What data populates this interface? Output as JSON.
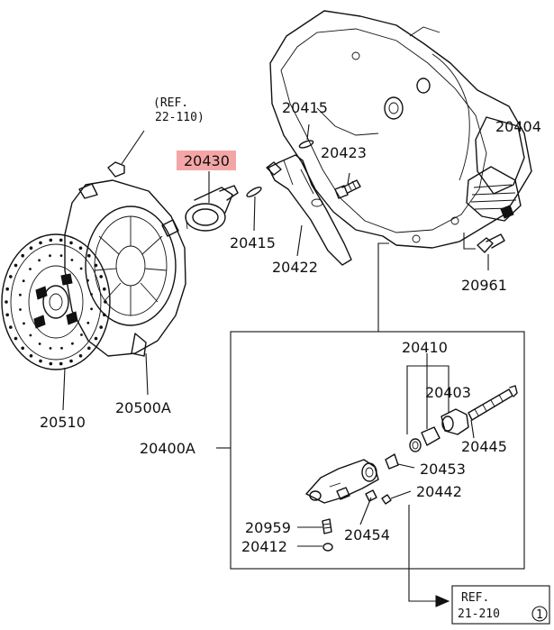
{
  "diagram": {
    "highlight_color": "#f4a6a6",
    "ref_top": {
      "line1": "(REF.",
      "line2": "22-110)"
    },
    "ref_bottom": {
      "line1": "REF.",
      "line2": "21-210",
      "circled": "1"
    },
    "labels": {
      "p20430": "20430",
      "p20415_top": "20415",
      "p20423": "20423",
      "p20404": "20404",
      "p20415_mid": "20415",
      "p20422": "20422",
      "p20961": "20961",
      "p20510": "20510",
      "p20500A": "20500A",
      "p20400A": "20400A",
      "p20410": "20410",
      "p20403": "20403",
      "p20445": "20445",
      "p20453": "20453",
      "p20442": "20442",
      "p20959": "20959",
      "p20412": "20412",
      "p20454": "20454"
    }
  }
}
